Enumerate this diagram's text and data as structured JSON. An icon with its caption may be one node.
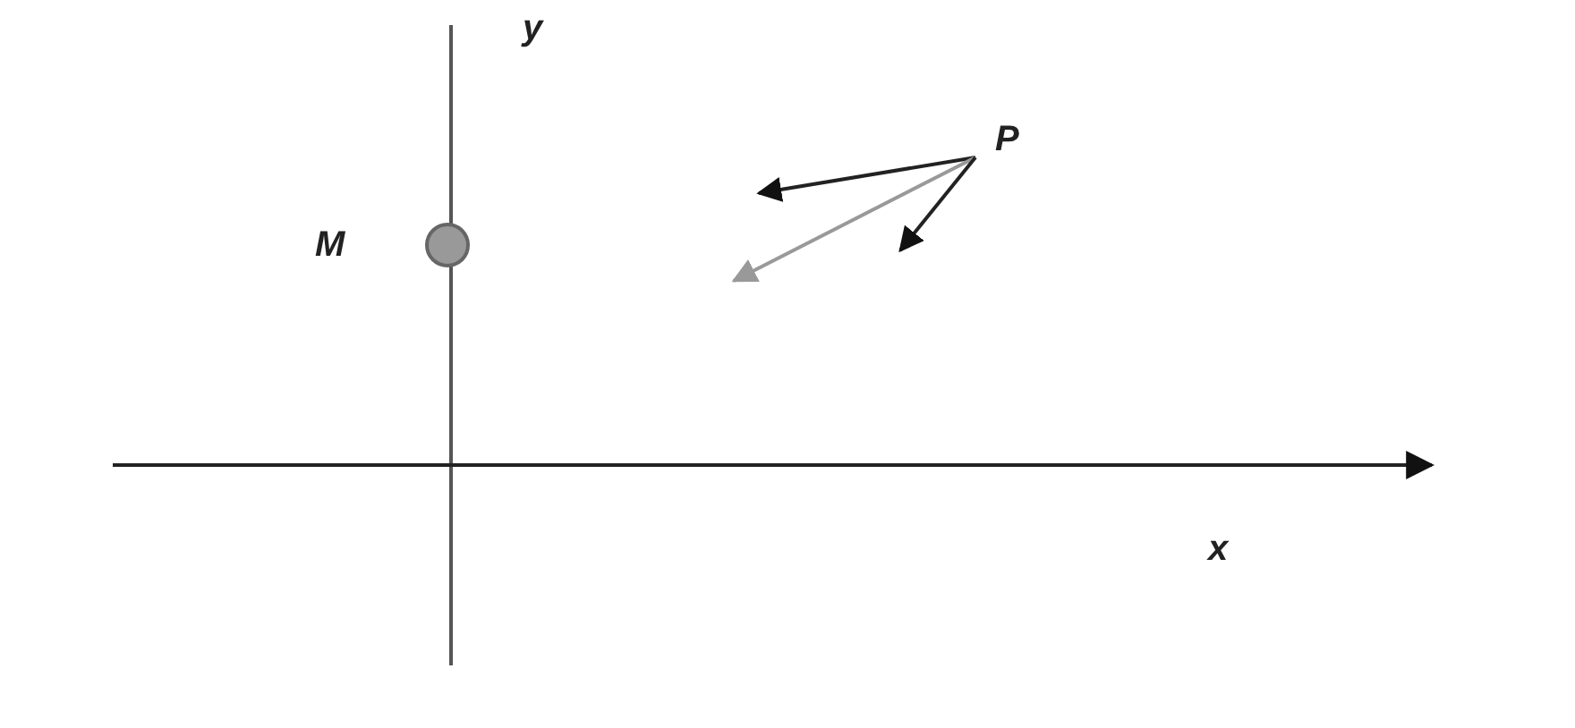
{
  "diagram": {
    "nodes": [
      {
        "text": [],
        "shape": "circle",
        "beside": [
          "M"
        ]
      }
    ],
    "labels": [
      "y",
      "P",
      "x"
    ]
  }
}
